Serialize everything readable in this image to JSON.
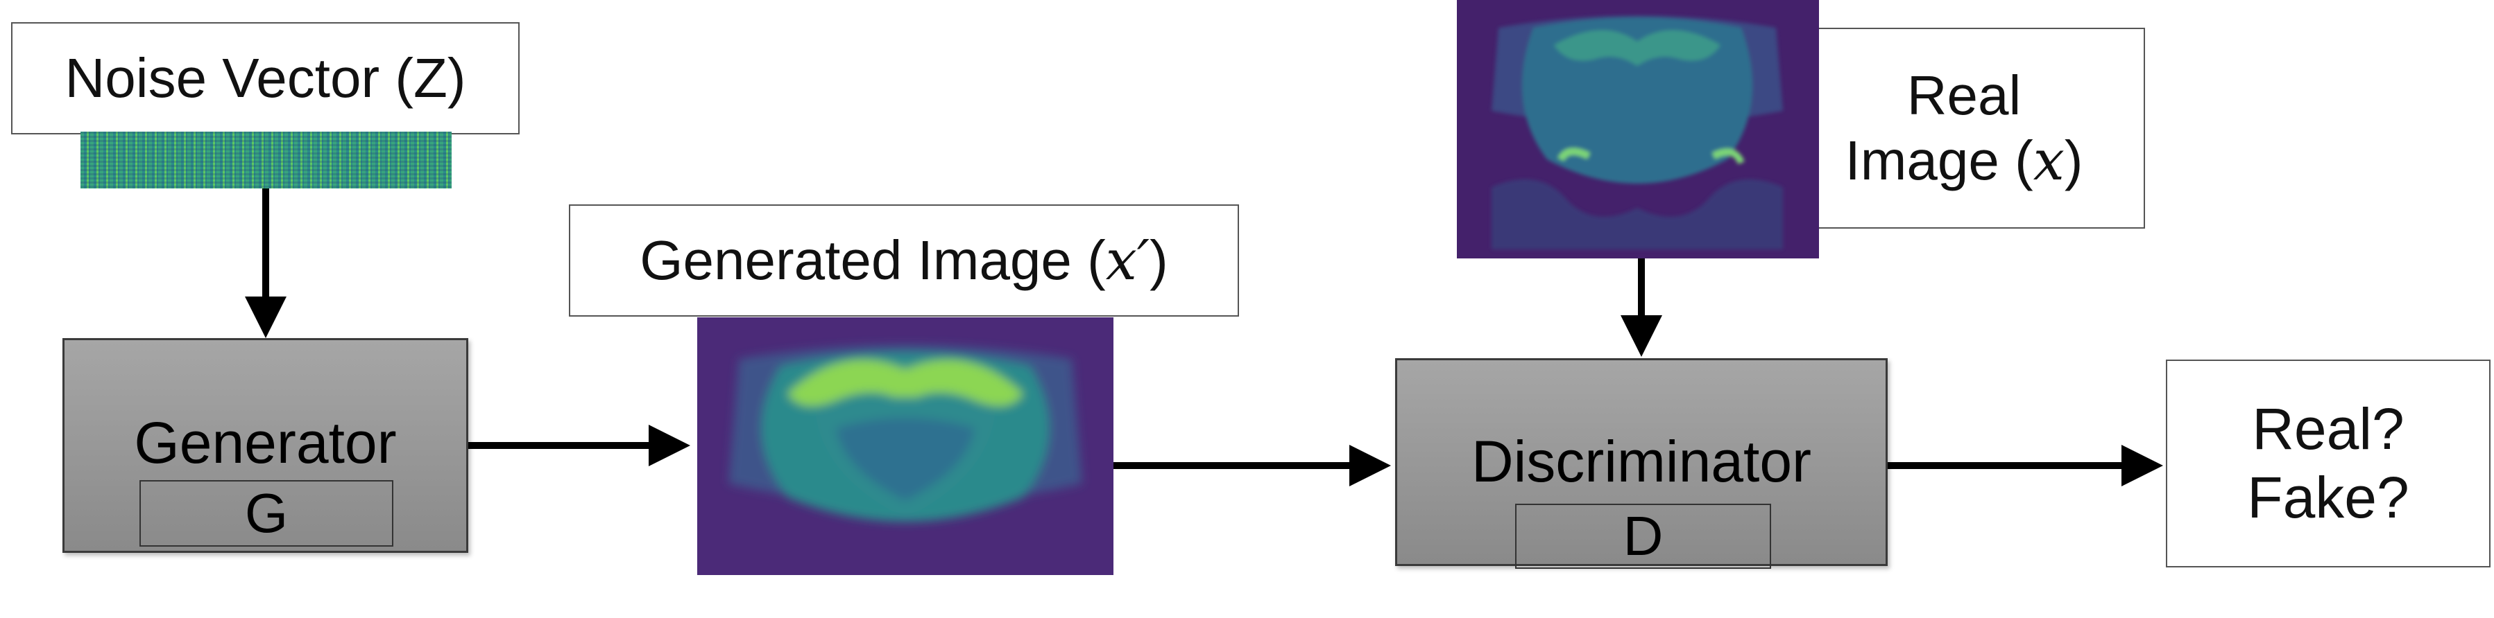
{
  "noise_vector": {
    "label": "Noise Vector (Z)"
  },
  "generator": {
    "title": "Generator",
    "symbol": "G"
  },
  "generated_image": {
    "label_text": "Generated Image (",
    "label_math": "x′",
    "label_close": ")"
  },
  "real_image": {
    "line1": "Real",
    "line2_text": "Image (",
    "line2_math": "x",
    "line2_close": ")"
  },
  "discriminator": {
    "title": "Discriminator",
    "symbol": "D"
  },
  "output": {
    "line1": "Real?",
    "line2": "Fake?"
  },
  "colors": {
    "block_fill": "#999999",
    "viridis_dark": "#46185f",
    "viridis_mid": "#2f7f8e",
    "viridis_light": "#8ed646"
  }
}
